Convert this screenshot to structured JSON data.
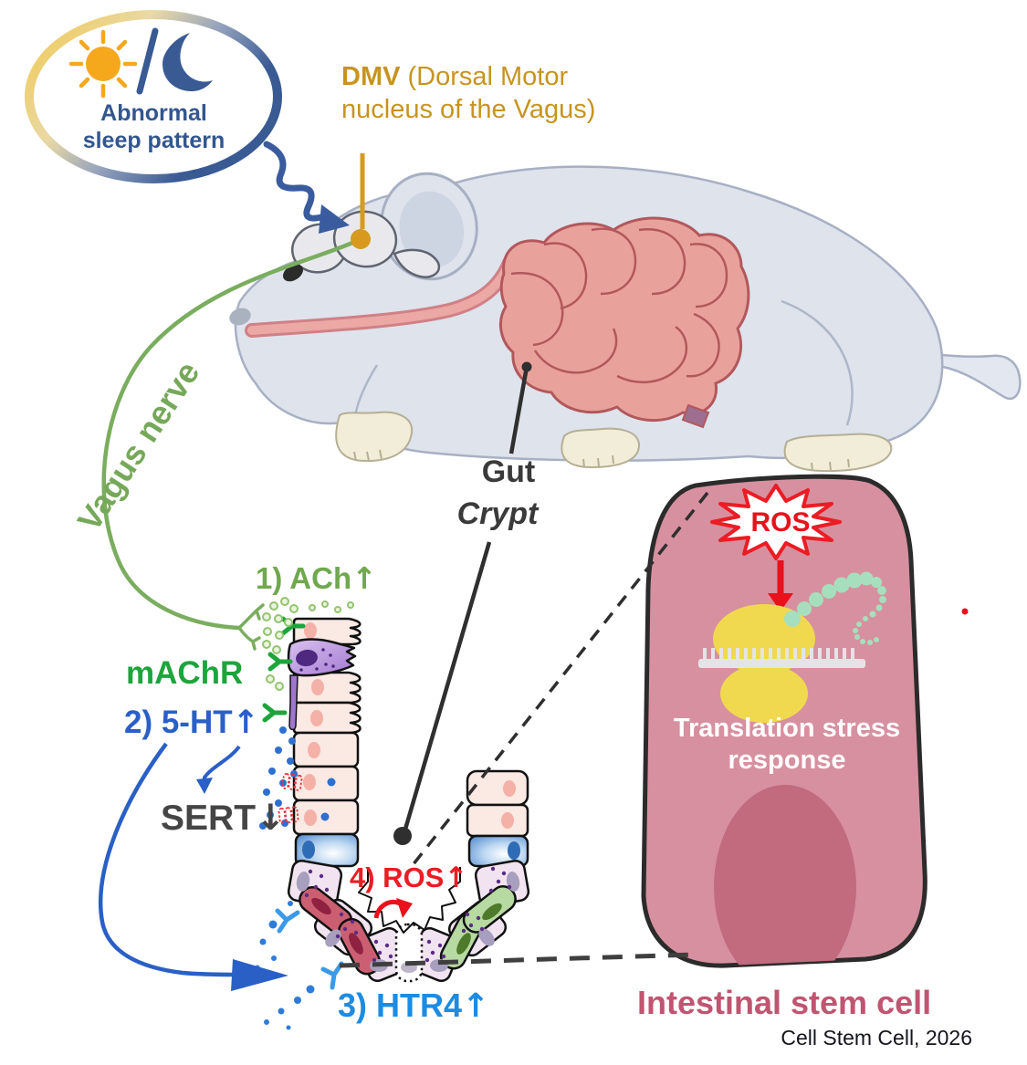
{
  "badge": {
    "label": "Abnormal sleep pattern"
  },
  "dmv": {
    "abbr": "DMV",
    "rest": " (Dorsal Motor nucleus of the Vagus)"
  },
  "mouse": {
    "vagus_nerve": "Vagus nerve",
    "gut": "Gut",
    "crypt": "Crypt"
  },
  "labels": {
    "ach": {
      "text": "1) ACh",
      "arrow": "↑"
    },
    "machr": {
      "text": "mAChR",
      "arrow": ""
    },
    "serotonin": {
      "text": "2) 5-HT",
      "arrow": "↑"
    },
    "sert": {
      "text": "SERT",
      "arrow": "↓"
    },
    "ros": {
      "text": "4) ROS",
      "arrow": "↑"
    },
    "htr4": {
      "text": "3) HTR4",
      "arrow": "↑"
    }
  },
  "stem_cell": {
    "ros_burst": "ROS",
    "caption": "Translation stress response",
    "label": "Intestinal stem cell"
  },
  "credit": "Cell Stem Cell, 2026",
  "icons": {
    "sun": "sun-icon",
    "moon": "moon-icon",
    "ribosome": "ribosome-icon",
    "ros_burst": "ros-starburst-icon"
  },
  "colors": {
    "sleep_blue": "#33568F",
    "badge_gold": "#F1C84E",
    "dmv_gold": "#C7941F",
    "vagus_green": "#76A85A",
    "receptor_green": "#1EA43C",
    "serotonin_blue": "#2A5FC7",
    "sert_gray": "#454545",
    "ros_red": "#EC1C24",
    "htr4_blue": "#1C8CE3",
    "stem_cell_pink": "#D7909F",
    "stem_cell_nucleus": "#C26A7E",
    "isc_label_pink": "#C05570",
    "intestine_pink": "#E9A29B",
    "mouse_gray": "#DEE3EC"
  }
}
